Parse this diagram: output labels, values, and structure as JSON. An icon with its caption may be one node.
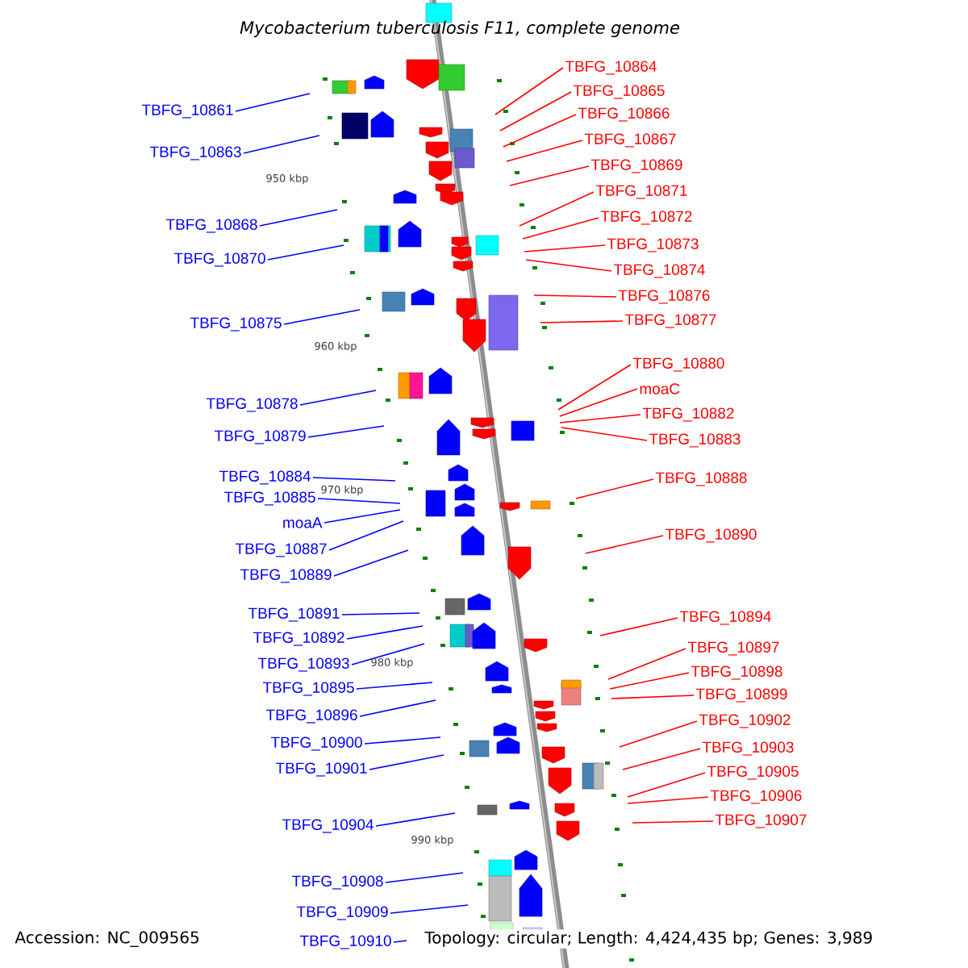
{
  "diagram": {
    "title": "Mycobacterium tuberculosis F11, complete genome",
    "nodes": [
      {
        "text": [
          "TBFG_10861"
        ]
      },
      {
        "text": [
          "TBFG_10863"
        ]
      },
      {
        "text": [
          "TBFG_10868"
        ]
      },
      {
        "text": [
          "TBFG_10870"
        ]
      },
      {
        "text": [
          "TBFG_10875"
        ]
      },
      {
        "text": [
          "TBFG_10878"
        ]
      },
      {
        "text": [
          "TBFG_10879"
        ]
      },
      {
        "text": [
          "TBFG_10884"
        ]
      },
      {
        "text": [
          "TBFG_10885"
        ]
      },
      {
        "text": [
          "moaA"
        ]
      },
      {
        "text": [
          "TBFG_10887"
        ]
      },
      {
        "text": [
          "TBFG_10889"
        ]
      },
      {
        "text": [
          "TBFG_10891"
        ]
      },
      {
        "text": [
          "TBFG_10892"
        ]
      },
      {
        "text": [
          "TBFG_10893"
        ]
      },
      {
        "text": [
          "TBFG_10895"
        ]
      },
      {
        "text": [
          "TBFG_10896"
        ]
      },
      {
        "text": [
          "TBFG_10900"
        ]
      },
      {
        "text": [
          "TBFG_10901"
        ]
      },
      {
        "text": [
          "TBFG_10904"
        ]
      },
      {
        "text": [
          "TBFG_10908"
        ]
      },
      {
        "text": [
          "TBFG_10909"
        ]
      },
      {
        "text": [
          "TBFG_10910"
        ]
      },
      {
        "text": [
          "TBFG_10864"
        ]
      },
      {
        "text": [
          "TBFG_10865"
        ]
      },
      {
        "text": [
          "TBFG_10866"
        ]
      },
      {
        "text": [
          "TBFG_10867"
        ]
      },
      {
        "text": [
          "TBFG_10869"
        ]
      },
      {
        "text": [
          "TBFG_10871"
        ]
      },
      {
        "text": [
          "TBFG_10872"
        ]
      },
      {
        "text": [
          "TBFG_10873"
        ]
      },
      {
        "text": [
          "TBFG_10874"
        ]
      },
      {
        "text": [
          "TBFG_10876"
        ]
      },
      {
        "text": [
          "TBFG_10877"
        ]
      },
      {
        "text": [
          "TBFG_10880"
        ]
      },
      {
        "text": [
          "moaC"
        ]
      },
      {
        "text": [
          "TBFG_10882"
        ]
      },
      {
        "text": [
          "TBFG_10883"
        ]
      },
      {
        "text": [
          "TBFG_10888"
        ]
      },
      {
        "text": [
          "TBFG_10890"
        ]
      },
      {
        "text": [
          "TBFG_10894"
        ]
      },
      {
        "text": [
          "TBFG_10897"
        ]
      },
      {
        "text": [
          "TBFG_10898"
        ]
      },
      {
        "text": [
          "TBFG_10899"
        ]
      },
      {
        "text": [
          "TBFG_10902"
        ]
      },
      {
        "text": [
          "TBFG_10903"
        ]
      },
      {
        "text": [
          "TBFG_10905"
        ]
      },
      {
        "text": [
          "TBFG_10906"
        ]
      },
      {
        "text": [
          "TBFG_10907"
        ]
      }
    ],
    "edges": [
      {
        "from": 0,
        "to": null,
        "arrow": "none",
        "color": "#0000ff"
      },
      {
        "from": 1,
        "to": null,
        "arrow": "none",
        "color": "#0000ff"
      },
      {
        "from": 2,
        "to": null,
        "arrow": "none",
        "color": "#0000ff"
      },
      {
        "from": 3,
        "to": null,
        "arrow": "none",
        "color": "#0000ff"
      },
      {
        "from": 4,
        "to": null,
        "arrow": "none",
        "color": "#0000ff"
      },
      {
        "from": 5,
        "to": null,
        "arrow": "none",
        "color": "#0000ff"
      },
      {
        "from": 6,
        "to": null,
        "arrow": "none",
        "color": "#0000ff"
      },
      {
        "from": 7,
        "to": null,
        "arrow": "none",
        "color": "#0000ff"
      },
      {
        "from": 8,
        "to": null,
        "arrow": "none",
        "color": "#0000ff"
      },
      {
        "from": 9,
        "to": null,
        "arrow": "none",
        "color": "#0000ff"
      },
      {
        "from": 10,
        "to": null,
        "arrow": "none",
        "color": "#0000ff"
      },
      {
        "from": 11,
        "to": null,
        "arrow": "none",
        "color": "#0000ff"
      },
      {
        "from": 12,
        "to": null,
        "arrow": "none",
        "color": "#0000ff"
      },
      {
        "from": 13,
        "to": null,
        "arrow": "none",
        "color": "#0000ff"
      },
      {
        "from": 14,
        "to": null,
        "arrow": "none",
        "color": "#0000ff"
      },
      {
        "from": 15,
        "to": null,
        "arrow": "none",
        "color": "#0000ff"
      },
      {
        "from": 16,
        "to": null,
        "arrow": "none",
        "color": "#0000ff"
      },
      {
        "from": 17,
        "to": null,
        "arrow": "none",
        "color": "#0000ff"
      },
      {
        "from": 18,
        "to": null,
        "arrow": "none",
        "color": "#0000ff"
      },
      {
        "from": 19,
        "to": null,
        "arrow": "none",
        "color": "#0000ff"
      },
      {
        "from": 20,
        "to": null,
        "arrow": "none",
        "color": "#0000ff"
      },
      {
        "from": 21,
        "to": null,
        "arrow": "none",
        "color": "#0000ff"
      },
      {
        "from": 22,
        "to": null,
        "arrow": "none",
        "color": "#0000ff"
      },
      {
        "from": 23,
        "to": null,
        "arrow": "none"
      },
      {
        "from": 24,
        "to": null,
        "arrow": "none"
      },
      {
        "from": 25,
        "to": null,
        "arrow": "none"
      },
      {
        "from": 26,
        "to": null,
        "arrow": "none"
      },
      {
        "from": 27,
        "to": null,
        "arrow": "none"
      },
      {
        "from": 28,
        "to": null,
        "arrow": "none"
      },
      {
        "from": 29,
        "to": null,
        "arrow": "none"
      },
      {
        "from": 30,
        "to": null,
        "arrow": "none"
      },
      {
        "from": 31,
        "to": null,
        "arrow": "none"
      },
      {
        "from": 32,
        "to": null,
        "arrow": "none"
      },
      {
        "from": 33,
        "to": null,
        "arrow": "none"
      },
      {
        "from": 34,
        "to": null,
        "arrow": "none"
      },
      {
        "from": 35,
        "to": null,
        "arrow": "none"
      },
      {
        "from": 36,
        "to": null,
        "arrow": "none"
      },
      {
        "from": 37,
        "to": null,
        "arrow": "none"
      },
      {
        "from": 38,
        "to": null,
        "arrow": "none"
      },
      {
        "from": 39,
        "to": null,
        "arrow": "none"
      },
      {
        "from": 40,
        "to": null,
        "arrow": "none"
      },
      {
        "from": 41,
        "to": null,
        "arrow": "none"
      },
      {
        "from": 42,
        "to": null,
        "arrow": "none"
      },
      {
        "from": 43,
        "to": null,
        "arrow": "none"
      },
      {
        "from": 44,
        "to": null,
        "arrow": "none"
      },
      {
        "from": 45,
        "to": null,
        "arrow": "none"
      },
      {
        "from": 46,
        "to": null,
        "arrow": "none"
      },
      {
        "from": 47,
        "to": null,
        "arrow": "none"
      },
      {
        "from": 48,
        "to": null,
        "arrow": "none"
      }
    ],
    "labels": [
      "950 kbp",
      "960 kbp",
      "970 kbp",
      "980 kbp",
      "990 kbp",
      "Accession: NC_009565",
      "Topology: circular; Length: 4,424,435 bp; Genes: 3,989"
    ]
  }
}
